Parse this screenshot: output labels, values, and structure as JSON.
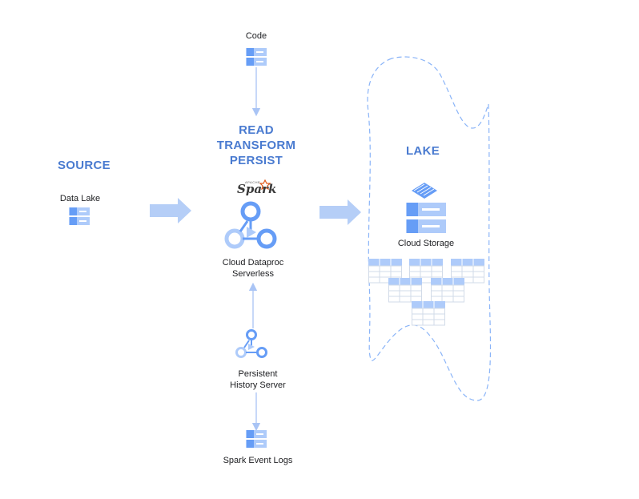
{
  "headings": {
    "source": "SOURCE",
    "process_line1": "READ",
    "process_line2": "TRANSFORM",
    "process_line3": "PERSIST",
    "lake": "LAKE"
  },
  "nodes": {
    "code": "Code",
    "data_lake": "Data Lake",
    "spark_logo": "Spark",
    "spark_logo_small": "APACHE",
    "dataproc_line1": "Cloud Dataproc",
    "dataproc_line2": "Serverless",
    "cloud_storage": "Cloud Storage",
    "history_line1": "Persistent",
    "history_line2": "History Server",
    "event_logs": "Spark Event Logs"
  },
  "colors": {
    "heading": "#4a7bd0",
    "icon_dark": "#669df6",
    "icon_light": "#aecbfa",
    "arrow": "#b5cef7",
    "connector": "#a9c4f5",
    "lake_border": "#8ab4f8",
    "spark_star": "#e25a1c"
  }
}
